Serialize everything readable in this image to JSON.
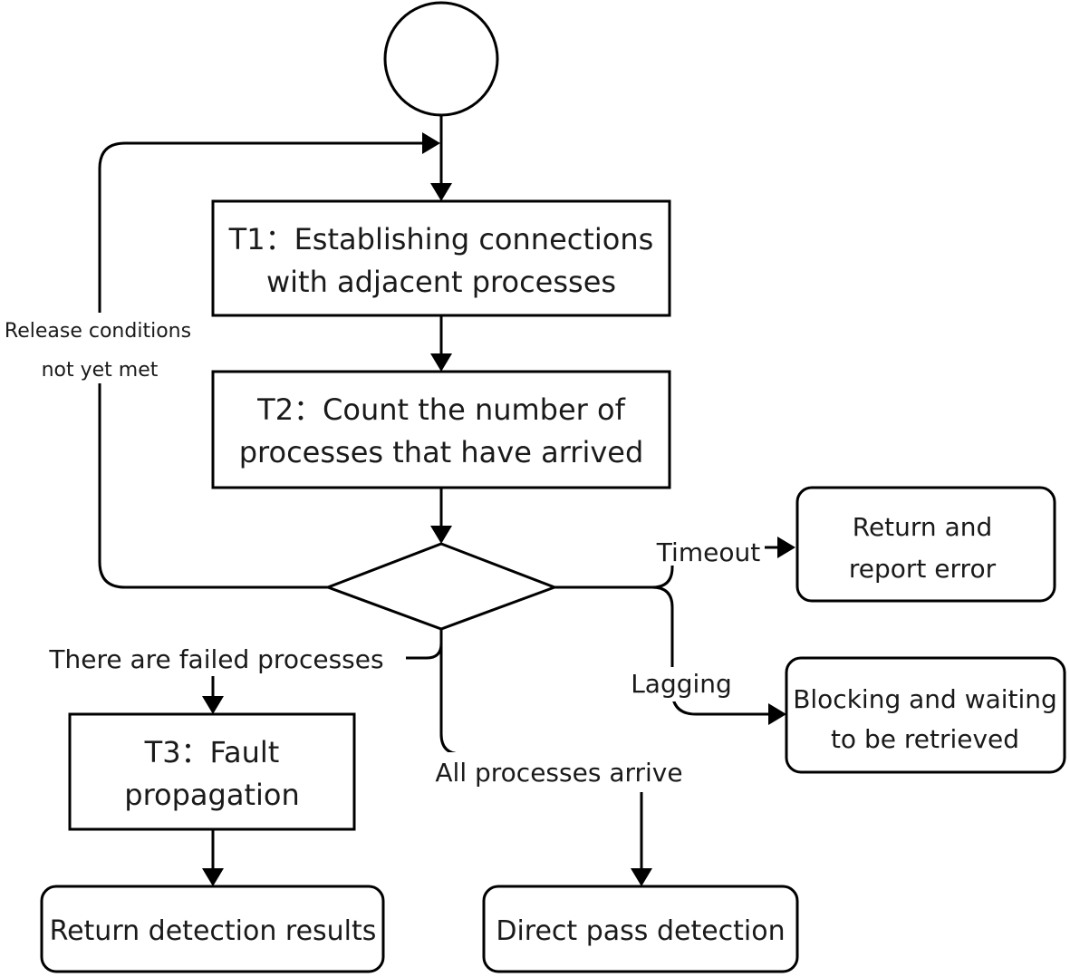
{
  "nodes": {
    "t1": [
      "T1：Establishing connections",
      "with adjacent processes"
    ],
    "t2": [
      "T2：Count the number of",
      "processes that have arrived"
    ],
    "t3": [
      "T3：Fault",
      "propagation"
    ],
    "return_error": [
      "Return and",
      "report error"
    ],
    "blocking": [
      "Blocking and waiting",
      "to be retrieved"
    ],
    "return_results": "Return detection results",
    "direct_pass": "Direct pass detection"
  },
  "edge_labels": {
    "release": [
      "Release conditions",
      "not yet met"
    ],
    "timeout": "Timeout",
    "lagging": "Lagging",
    "failed": "There are failed processes",
    "all_arrive": "All processes arrive"
  }
}
